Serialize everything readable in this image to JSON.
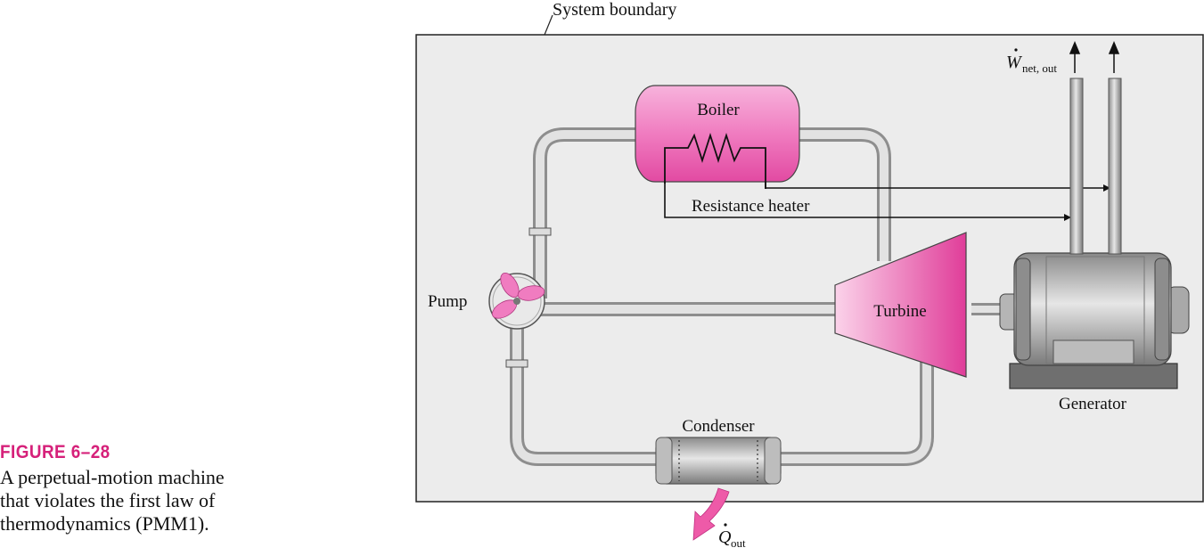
{
  "caption": {
    "figure_number": "FIGURE 6–28",
    "lines": [
      "A perpetual-motion machine",
      "that violates the first law of",
      "thermodynamics (PMM1)."
    ]
  },
  "diagram": {
    "system_boundary_label": "System boundary",
    "boiler_label": "Boiler",
    "resistance_heater_label": "Resistance heater",
    "pump_label": "Pump",
    "turbine_label": "Turbine",
    "generator_label": "Generator",
    "condenser_label": "Condenser",
    "work_label": {
      "symbol": "W",
      "subscript": "net, out"
    },
    "heat_label": {
      "symbol": "Q",
      "subscript": "out"
    }
  },
  "colors": {
    "accent": "#d6217a",
    "boundary_fill": "#ececec",
    "component_pink": "#f07cc0",
    "pipe": "#c6c6c6"
  }
}
